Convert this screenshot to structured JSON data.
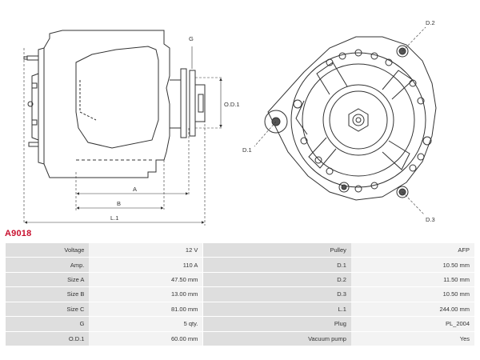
{
  "part_code": "A9018",
  "dimension_labels": {
    "g": "G",
    "od1": "O.D.1",
    "a": "A",
    "b": "B",
    "l1": "L.1",
    "d1": "D.1",
    "d2": "D.2",
    "d3": "D.3"
  },
  "specs": [
    {
      "label": "Voltage",
      "value": "12 V",
      "label2": "Pulley",
      "value2": "AFP"
    },
    {
      "label": "Amp.",
      "value": "110 A",
      "label2": "D.1",
      "value2": "10.50 mm"
    },
    {
      "label": "Size A",
      "value": "47.50 mm",
      "label2": "D.2",
      "value2": "11.50 mm"
    },
    {
      "label": "Size B",
      "value": "13.00 mm",
      "label2": "D.3",
      "value2": "10.50 mm"
    },
    {
      "label": "Size C",
      "value": "81.00 mm",
      "label2": "L.1",
      "value2": "244.00 mm"
    },
    {
      "label": "G",
      "value": "5 qty.",
      "label2": "Plug",
      "value2": "PL_2004"
    },
    {
      "label": "O.D.1",
      "value": "60.00 mm",
      "label2": "Vacuum pump",
      "value2": "Yes"
    }
  ],
  "colors": {
    "line": "#333333",
    "code": "#c8102e",
    "label_cell": "#dedede",
    "value_cell": "#f3f3f3"
  }
}
